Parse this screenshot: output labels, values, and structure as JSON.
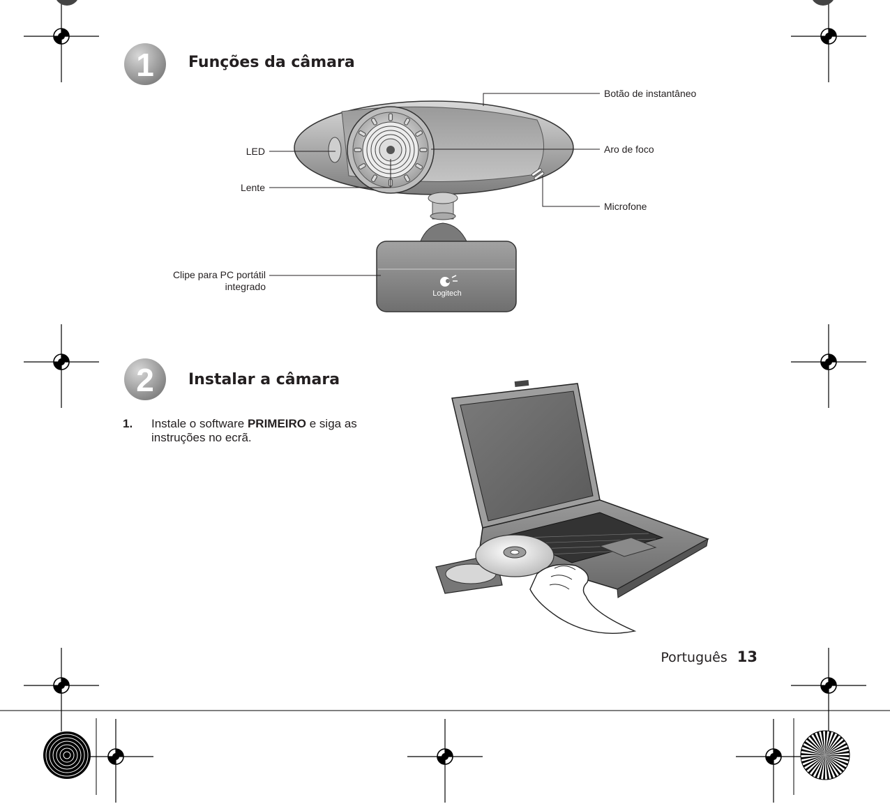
{
  "sections": [
    {
      "number": "1",
      "title": "Funções da câmara"
    },
    {
      "number": "2",
      "title": "Instalar a câmara"
    }
  ],
  "camera_callouts": {
    "snapshot_button": "Botão de instantâneo",
    "focus_ring": "Aro de foco",
    "microphone": "Microfone",
    "led": "LED",
    "lens": "Lente",
    "clip_line1": "Clipe para PC portátil",
    "clip_line2": "integrado",
    "logo_text": "Logitech"
  },
  "install_step": {
    "number": "1.",
    "text_before": "Instale o software ",
    "text_bold": "PRIMEIRO",
    "text_after": " e siga as instruções no ecrã."
  },
  "footer": {
    "language": "Português",
    "page_number": "13"
  },
  "colors": {
    "ink": "#231f20",
    "badge_light": "#c9c9c9",
    "badge_dark": "#8a8a8a",
    "camera_body": "#a9a9a9"
  }
}
